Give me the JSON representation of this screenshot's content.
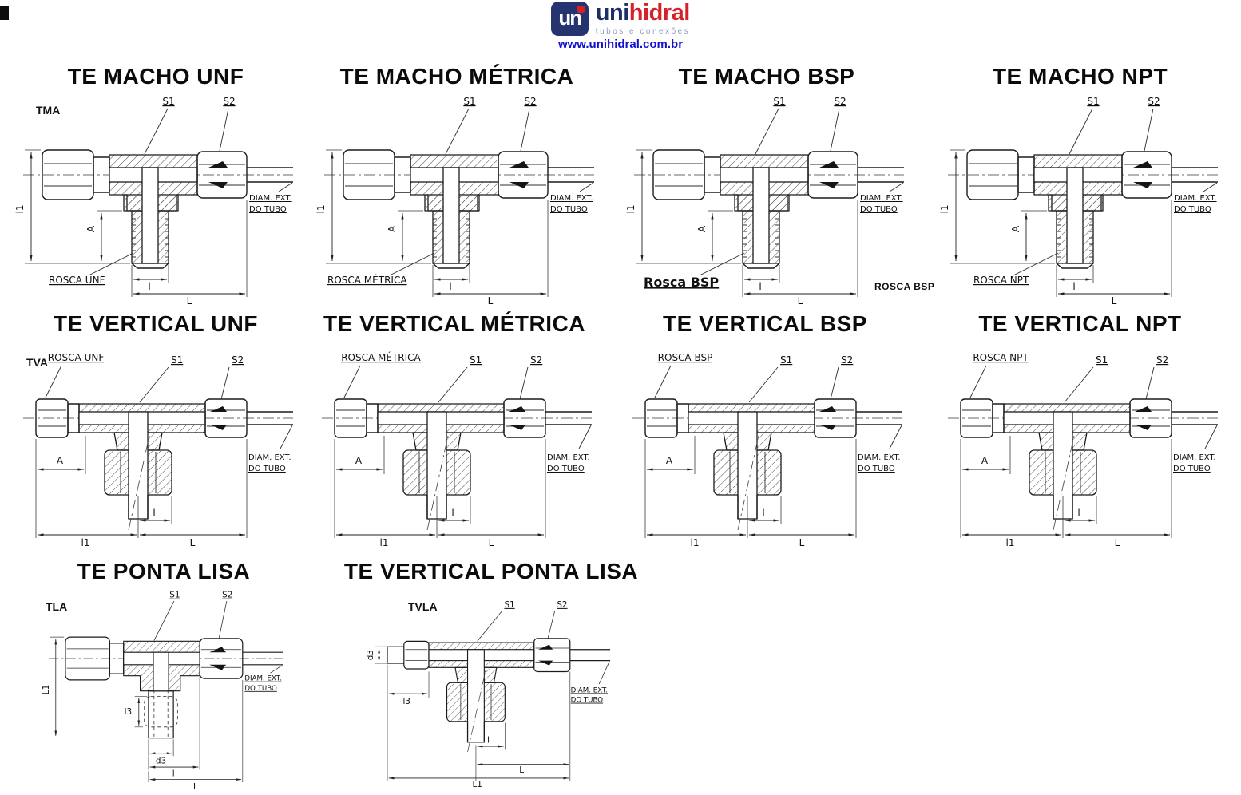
{
  "header": {
    "logo_mark": "un",
    "brand_uni": "uni",
    "brand_hidral": "hidral",
    "tagline": "tubos e conexões",
    "website": "www.unihidral.com.br"
  },
  "stray_labels": {
    "rosca_bsp": "ROSCA BSP"
  },
  "diagrams": [
    {
      "title": "TE MACHO UNF",
      "code": "TMA",
      "labels": {
        "s1": "S1",
        "s2": "S2",
        "l1": "l1",
        "a": "A",
        "rosca": "ROSCA UNF",
        "l": "l",
        "L": "L",
        "diam1": "DIAM. EXT.",
        "diam2": "DO TUBO"
      }
    },
    {
      "title": "TE MACHO MÉTRICA",
      "labels": {
        "s1": "S1",
        "s2": "S2",
        "l1": "l1",
        "a": "A",
        "rosca": "ROSCA MÉTRICA",
        "l": "l",
        "L": "L",
        "diam1": "DIAM. EXT.",
        "diam2": "DO TUBO"
      }
    },
    {
      "title": "TE MACHO BSP",
      "labels": {
        "s1": "S1",
        "s2": "S2",
        "l1": "l1",
        "a": "A",
        "rosca": "Rosca BSP",
        "l": "l",
        "L": "L",
        "diam1": "DIAM. EXT.",
        "diam2": "DO TUBO"
      }
    },
    {
      "title": "TE MACHO NPT",
      "labels": {
        "s1": "S1",
        "s2": "S2",
        "l1": "l1",
        "a": "A",
        "rosca": "ROSCA NPT",
        "l": "l",
        "L": "L",
        "diam1": "DIAM. EXT.",
        "diam2": "DO TUBO"
      }
    },
    {
      "title": "TE VERTICAL UNF",
      "code": "TVA",
      "labels": {
        "rosca": "ROSCA UNF",
        "s1": "S1",
        "s2": "S2",
        "a": "A",
        "l1": "l1",
        "l": "l",
        "L": "L",
        "diam1": "DIAM. EXT.",
        "diam2": "DO TUBO"
      }
    },
    {
      "title": "TE VERTICAL MÉTRICA",
      "labels": {
        "rosca": "ROSCA MÉTRICA",
        "s1": "S1",
        "s2": "S2",
        "a": "A",
        "l1": "l1",
        "l": "l",
        "L": "L",
        "diam1": "DIAM. EXT.",
        "diam2": "DO TUBO"
      }
    },
    {
      "title": "TE VERTICAL BSP",
      "labels": {
        "rosca": "ROSCA BSP",
        "s1": "S1",
        "s2": "S2",
        "a": "A",
        "l1": "l1",
        "l": "l",
        "L": "L",
        "diam1": "DIAM. EXT.",
        "diam2": "DO TUBO"
      }
    },
    {
      "title": "TE VERTICAL NPT",
      "labels": {
        "rosca": "ROSCA NPT",
        "s1": "S1",
        "s2": "S2",
        "a": "A",
        "l1": "l1",
        "l": "l",
        "L": "L",
        "diam1": "DIAM. EXT.",
        "diam2": "DO TUBO"
      }
    },
    {
      "title": "TE PONTA LISA",
      "code": "TLA",
      "labels": {
        "s1": "S1",
        "s2": "S2",
        "L1": "L1",
        "l3": "l3",
        "d3": "d3",
        "l": "l",
        "L": "L",
        "diam1": "DIAM. EXT.",
        "diam2": "DO TUBO"
      }
    },
    {
      "title": "TE VERTICAL PONTA LISA",
      "code": "TVLA",
      "labels": {
        "d3": "d3",
        "l3": "l3",
        "s1": "S1",
        "s2": "S2",
        "l": "l",
        "L": "L",
        "L1": "L1",
        "diam1": "DIAM. EXT.",
        "diam2": "DO TUBO"
      }
    }
  ]
}
